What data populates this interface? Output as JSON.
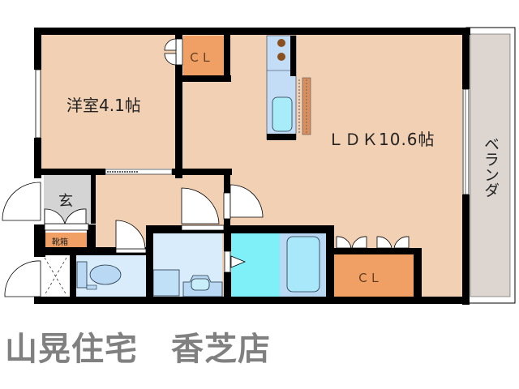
{
  "floor_plan": {
    "rooms": [
      {
        "id": "western-room",
        "label": "洋室4.1帖",
        "type": "bedroom",
        "size_jo": 4.1
      },
      {
        "id": "ldk",
        "label": "ＬＤＫ10.6帖",
        "type": "living-dining-kitchen",
        "size_jo": 10.6
      },
      {
        "id": "closet-top",
        "label": "ＣＬ",
        "type": "closet"
      },
      {
        "id": "closet-bottom",
        "label": "ＣＬ",
        "type": "closet"
      },
      {
        "id": "entrance",
        "label": "玄",
        "type": "entrance"
      },
      {
        "id": "shoe-box",
        "label": "靴箱",
        "type": "shoe-cabinet"
      },
      {
        "id": "veranda",
        "label": "ベランダ",
        "type": "balcony"
      },
      {
        "id": "toilet",
        "label": "",
        "type": "toilet"
      },
      {
        "id": "washroom",
        "label": "",
        "type": "washroom"
      },
      {
        "id": "bathroom",
        "label": "",
        "type": "bathroom"
      }
    ],
    "colors": {
      "room_floor": "#f2d0b4",
      "closet": "#f0a064",
      "entrance": "#d4d4d4",
      "veranda": "#ddd5cf",
      "wet_light": "#d8ecfb",
      "wet_fixture": "#b8d8f4",
      "bath_cyan": "#80f0f8",
      "wall": "#000000"
    }
  },
  "footer": {
    "company": "山晃住宅",
    "branch": "香芝店",
    "text": "山晃住宅　香芝店"
  }
}
